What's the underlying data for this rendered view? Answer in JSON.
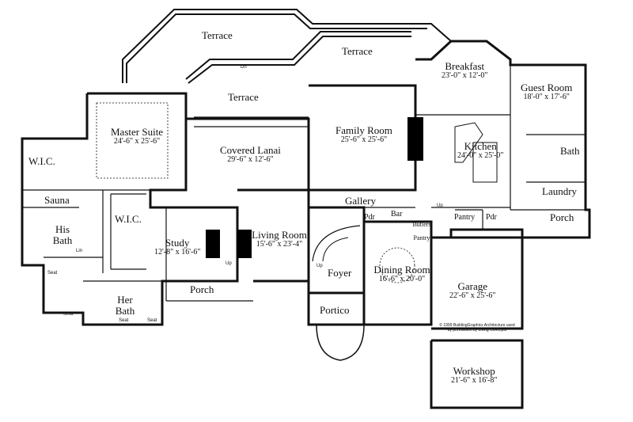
{
  "rooms": {
    "terrace_top": {
      "name": "Terrace"
    },
    "terrace_right": {
      "name": "Terrace"
    },
    "terrace_mid": {
      "name": "Terrace"
    },
    "master_suite": {
      "name": "Master Suite",
      "dims": "24'-6\" x 25'-6\""
    },
    "covered_lanai": {
      "name": "Covered Lanai",
      "dims": "29'-6\" x 12'-6\""
    },
    "family_room": {
      "name": "Family Room",
      "dims": "25'-6\" x 25'-6\""
    },
    "breakfast": {
      "name": "Breakfast",
      "dims": "23'-0\" x 12'-0\""
    },
    "guest_room": {
      "name": "Guest Room",
      "dims": "18'-0\" x 17'-6\""
    },
    "kitchen": {
      "name": "Kitchen",
      "dims": "24'-0\" x 25'-0\""
    },
    "bath": {
      "name": "Bath"
    },
    "laundry": {
      "name": "Laundry"
    },
    "porch_right": {
      "name": "Porch"
    },
    "wic_left": {
      "name": "W.I.C."
    },
    "sauna": {
      "name": "Sauna"
    },
    "his_bath": {
      "name": "His Bath"
    },
    "wic_mid": {
      "name": "W.I.C."
    },
    "her_bath": {
      "name": "Her Bath"
    },
    "study": {
      "name": "Study",
      "dims": "12'-8\" x 16'-6\""
    },
    "living_room": {
      "name": "Living Room",
      "dims": "15'-6\" x 23'-4\""
    },
    "porch_bottom": {
      "name": "Porch"
    },
    "gallery": {
      "name": "Gallery"
    },
    "pdr": {
      "name": "Pdr"
    },
    "bar": {
      "name": "Bar"
    },
    "butlers_pantry": {
      "name": "Butlers Pantry"
    },
    "pantry": {
      "name": "Pantry"
    },
    "pdr2": {
      "name": "Pdr"
    },
    "foyer": {
      "name": "Foyer"
    },
    "dining_room": {
      "name": "Dining Room",
      "dims": "16'-6\" x 20'-0\""
    },
    "portico": {
      "name": "Portico"
    },
    "garage": {
      "name": "Garage",
      "dims": "22'-6\" x 25'-6\""
    },
    "workshop": {
      "name": "Workshop",
      "dims": "21'-6\" x 16'-8\""
    }
  },
  "notes": {
    "dn": "Dn",
    "up_stair": "Up",
    "up_foyer": "Up",
    "up_kitchen": "Up",
    "seat1": "Seat",
    "seat2": "Seat",
    "seat3": "Seat",
    "seat4": "Seat",
    "lin": "Lin",
    "copyright_line1": "© 1999 BuildingGraphics Architecture used",
    "copyright_line2": "by permission by Living Concepts"
  },
  "colors": {
    "wall": "#111111",
    "fill": "#ffffff",
    "accent": "#000000"
  }
}
